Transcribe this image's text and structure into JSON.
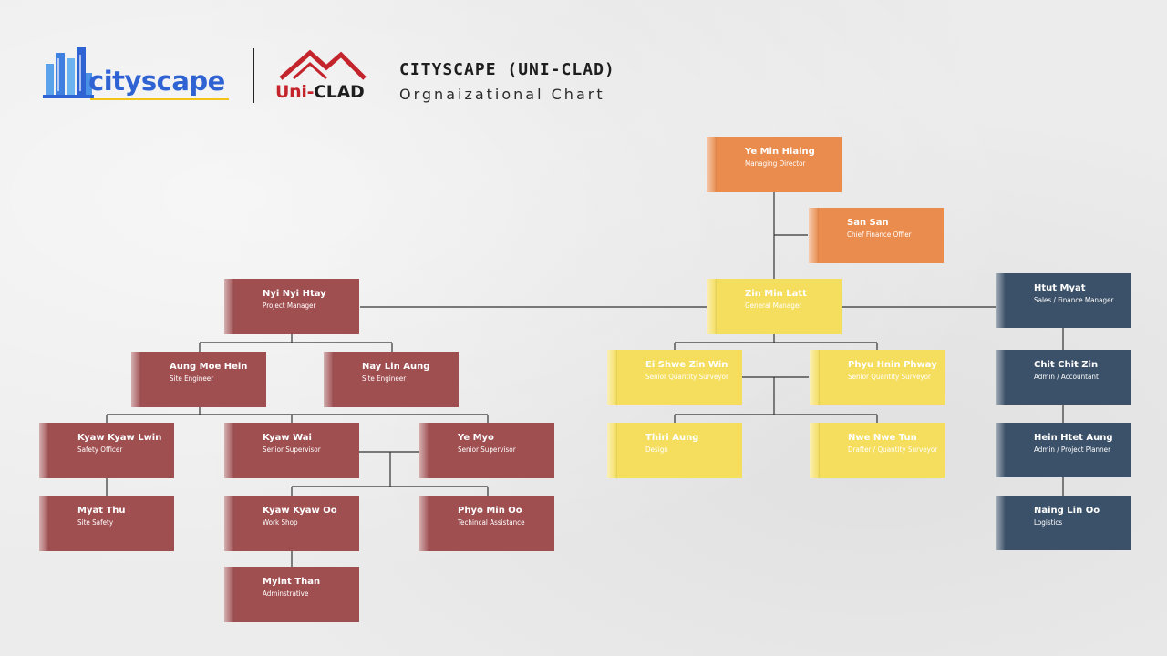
{
  "header": {
    "logo_cityscape": "cityscape",
    "logo_uniclad_part1": "Uni-",
    "logo_uniclad_part2": "CLAD",
    "title": "CITYSCAPE (UNI-CLAD)",
    "subtitle": "Orgnaizational Chart"
  },
  "colors": {
    "project_team": "#a04f51",
    "qs_team": "#f5de5e",
    "leadership": "#ea8c4d",
    "admin_team": "#3b5169",
    "connector": "#333333"
  },
  "nodes": {
    "md": {
      "name": "Ye Min Hlaing",
      "role": "Managing Director"
    },
    "cfo": {
      "name": "San San",
      "role": "Chief Finance Offier"
    },
    "gm": {
      "name": "Zin Min Latt",
      "role": "General Manager"
    },
    "pm": {
      "name": "Nyi Nyi Htay",
      "role": "Project Manager"
    },
    "sales": {
      "name": "Htut Myat",
      "role": "Sales / Finance Manager"
    },
    "se1": {
      "name": "Aung Moe Hein",
      "role": "Site Engineer"
    },
    "se2": {
      "name": "Nay Lin Aung",
      "role": "Site Engineer"
    },
    "qs1": {
      "name": "Ei Shwe Zin Win",
      "role": "Senior Quantity Surveyor"
    },
    "qs2": {
      "name": "Phyu Hnin Phway",
      "role": "Senior Quantity Surveyor"
    },
    "acct": {
      "name": "Chit Chit Zin",
      "role": "Admin / Accountant"
    },
    "safety": {
      "name": "Kyaw Kyaw Lwin",
      "role": "Safety Officer"
    },
    "sup1": {
      "name": "Kyaw Wai",
      "role": "Senior Supervisor"
    },
    "sup2": {
      "name": "Ye Myo",
      "role": "Senior Supervisor"
    },
    "design": {
      "name": "Thiri Aung",
      "role": "Design"
    },
    "drafter": {
      "name": "Nwe Nwe Tun",
      "role": "Drafter / Quantity Surveyor"
    },
    "planner": {
      "name": "Hein Htet Aung",
      "role": "Admin / Project Planner"
    },
    "sitesafety": {
      "name": "Myat Thu",
      "role": "Site  Safety"
    },
    "workshop": {
      "name": "Kyaw Kyaw Oo",
      "role": "Work Shop"
    },
    "tech": {
      "name": "Phyo Min Oo",
      "role": "Techincal Assistance"
    },
    "logistics": {
      "name": "Naing Lin Oo",
      "role": "Logistics"
    },
    "admin": {
      "name": "Myint Than",
      "role": "Adminstrative"
    }
  }
}
